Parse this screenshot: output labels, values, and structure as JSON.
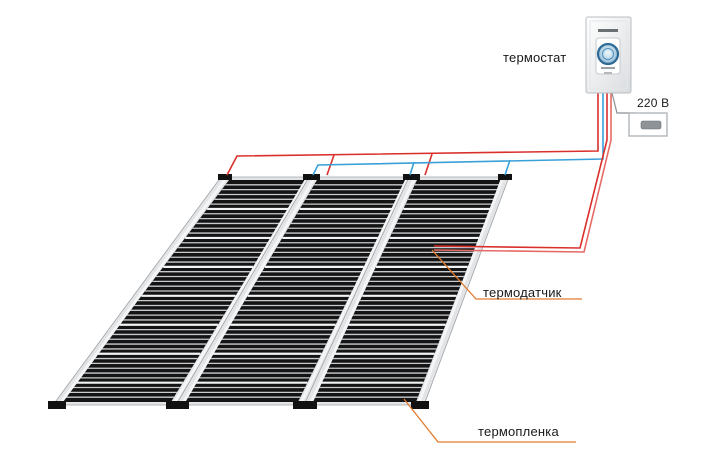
{
  "labels": {
    "thermostat": "термостат",
    "voltage": "220 В",
    "sensor": "термодатчик",
    "film": "термопленка"
  },
  "colors": {
    "wire_red": "#d9302c",
    "wire_blue": "#3aa0d8",
    "leader_orange": "#e07a2c",
    "strip_dark": "#141414",
    "strip_light": "#e2e4e6",
    "clip": "#111111"
  },
  "icons": {
    "thermostat": "wall-thermostat-icon",
    "socket": "power-socket-icon"
  }
}
